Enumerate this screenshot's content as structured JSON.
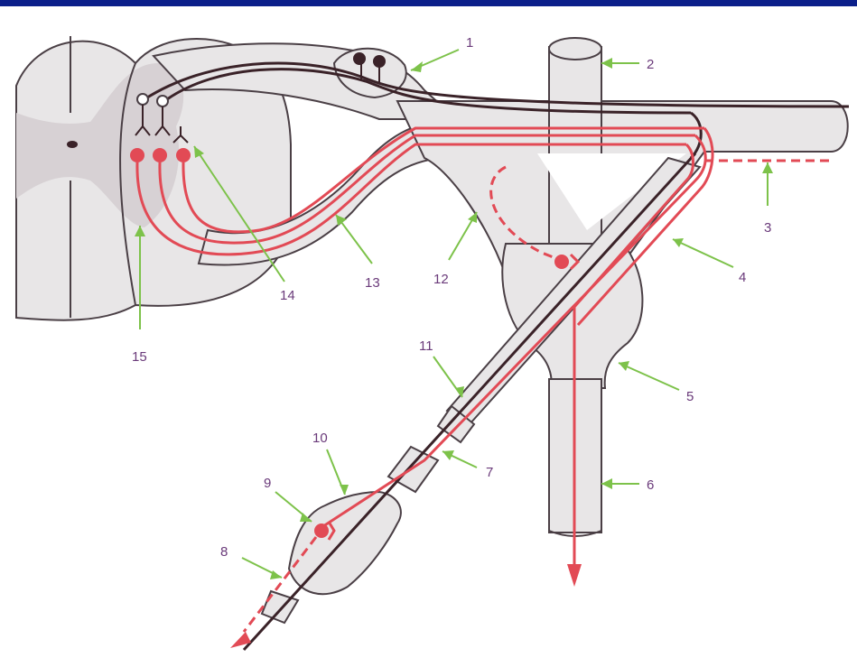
{
  "colors": {
    "top_bar": "#0b1f8a",
    "tissue": "#e8e6e7",
    "grey_matter": "#d7d1d4",
    "outline": "#4a3f45",
    "dark_fiber": "#3a2228",
    "red_fiber": "#e24a55",
    "leader": "#7dc24a",
    "label": "#6a3a7a"
  },
  "labels": [
    "1",
    "2",
    "3",
    "4",
    "5",
    "6",
    "7",
    "8",
    "9",
    "10",
    "11",
    "12",
    "13",
    "14",
    "15"
  ]
}
